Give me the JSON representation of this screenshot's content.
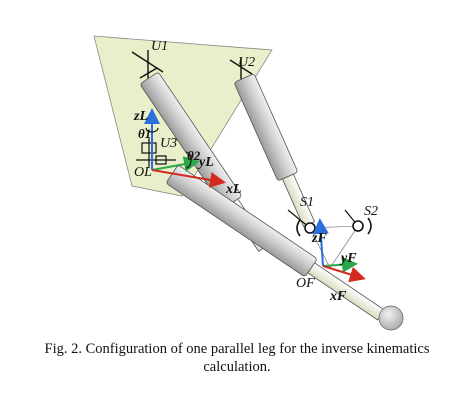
{
  "labels": {
    "u1": "U1",
    "u2": "U2",
    "u3": "U3",
    "zL": "zL",
    "yL": "yL",
    "xL": "xL",
    "theta1": "θ1",
    "theta2": "θ2",
    "oL": "OL",
    "s1": "S1",
    "s2": "S2",
    "zF": "zF",
    "yF": "yF",
    "xF": "xF",
    "oF": "OF"
  },
  "caption": {
    "line1": "Fig. 2. Configuration of one parallel leg for the inverse kinematics",
    "line2": "calculation."
  },
  "colors": {
    "z_axis": "#2a6fdb",
    "y_axis": "#2aa84a",
    "x_axis": "#d42a1f",
    "body_fill": "#e9efcb",
    "link_fill": "#c8c8c8"
  }
}
